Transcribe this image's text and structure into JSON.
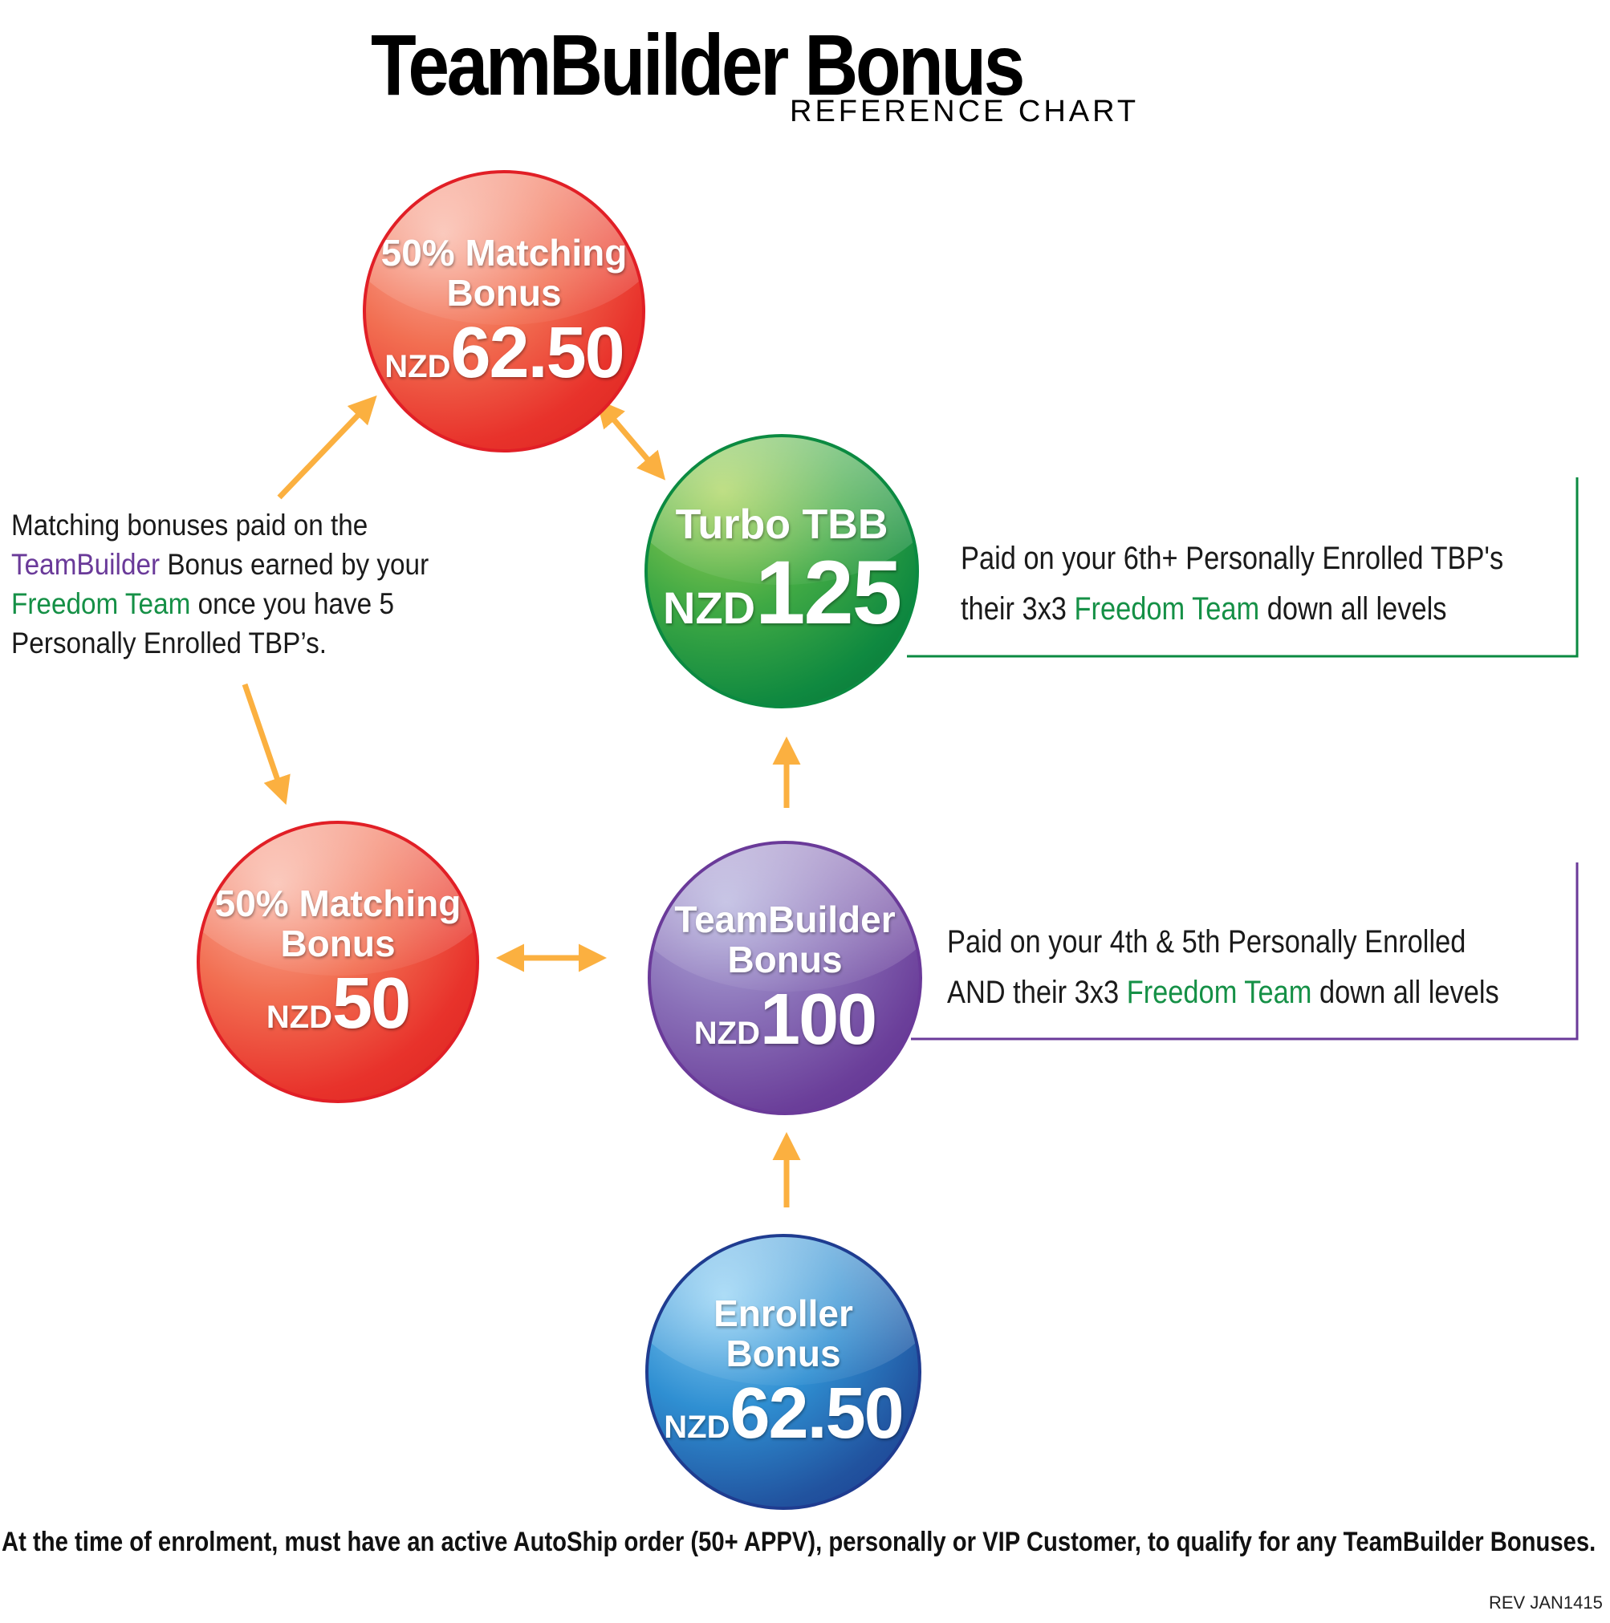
{
  "header": {
    "title": "TeamBuilder Bonus",
    "subtitle": "REFERENCE CHART"
  },
  "nodes": {
    "matching_top": {
      "label_line1": "50% Matching",
      "label_line2": "Bonus",
      "currency": "NZD",
      "amount": "62.50"
    },
    "turbo": {
      "label_line1": "Turbo TBB",
      "currency": "NZD",
      "amount": "125"
    },
    "matching_left": {
      "label_line1": "50% Matching",
      "label_line2": "Bonus",
      "currency": "NZD",
      "amount": "50"
    },
    "teambuilder": {
      "label_line1": "TeamBuilder",
      "label_line2": "Bonus",
      "currency": "NZD",
      "amount": "100"
    },
    "enroller": {
      "label_line1": "Enroller",
      "label_line2": "Bonus",
      "currency": "NZD",
      "amount": "62.50"
    }
  },
  "turbo_desc": {
    "line1": "Paid on your 6th+ Personally Enrolled TBP's",
    "line2_before": "their 3x3 ",
    "line2_highlight": "Freedom Team",
    "line2_after": " down all levels"
  },
  "teambuilder_desc": {
    "line1": "Paid on your 4th & 5th Personally Enrolled",
    "line2_before": "AND their 3x3 ",
    "line2_highlight": "Freedom Team",
    "line2_after": " down all levels"
  },
  "left_note": {
    "line1": "Matching bonuses paid on the",
    "line2_highlight": "TeamBuilder",
    "line2_after": " Bonus earned by your",
    "line3_highlight": "Freedom Team",
    "line3_after": " once you have 5",
    "line4": "Personally Enrolled TBP’s."
  },
  "footer": {
    "text": "At the time of enrolment, must have an active AutoShip order (50+ APPV), personally or VIP Customer, to qualify for any TeamBuilder Bonuses.",
    "revision": "REV JAN1415"
  },
  "colors": {
    "arrow": "#fbb040",
    "green_line": "#0b8a41",
    "purple_line": "#6a3a99",
    "red": "#e8322b",
    "green": "#0f8940",
    "purple": "#6b3f9a",
    "blue": "#21539f"
  }
}
